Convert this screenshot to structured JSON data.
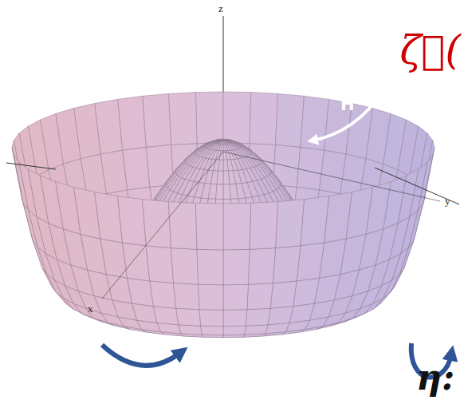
{
  "diagram": {
    "labels": [
      "z",
      "x",
      "y",
      "H",
      "ζ⃗(",
      "η:"
    ]
  }
}
